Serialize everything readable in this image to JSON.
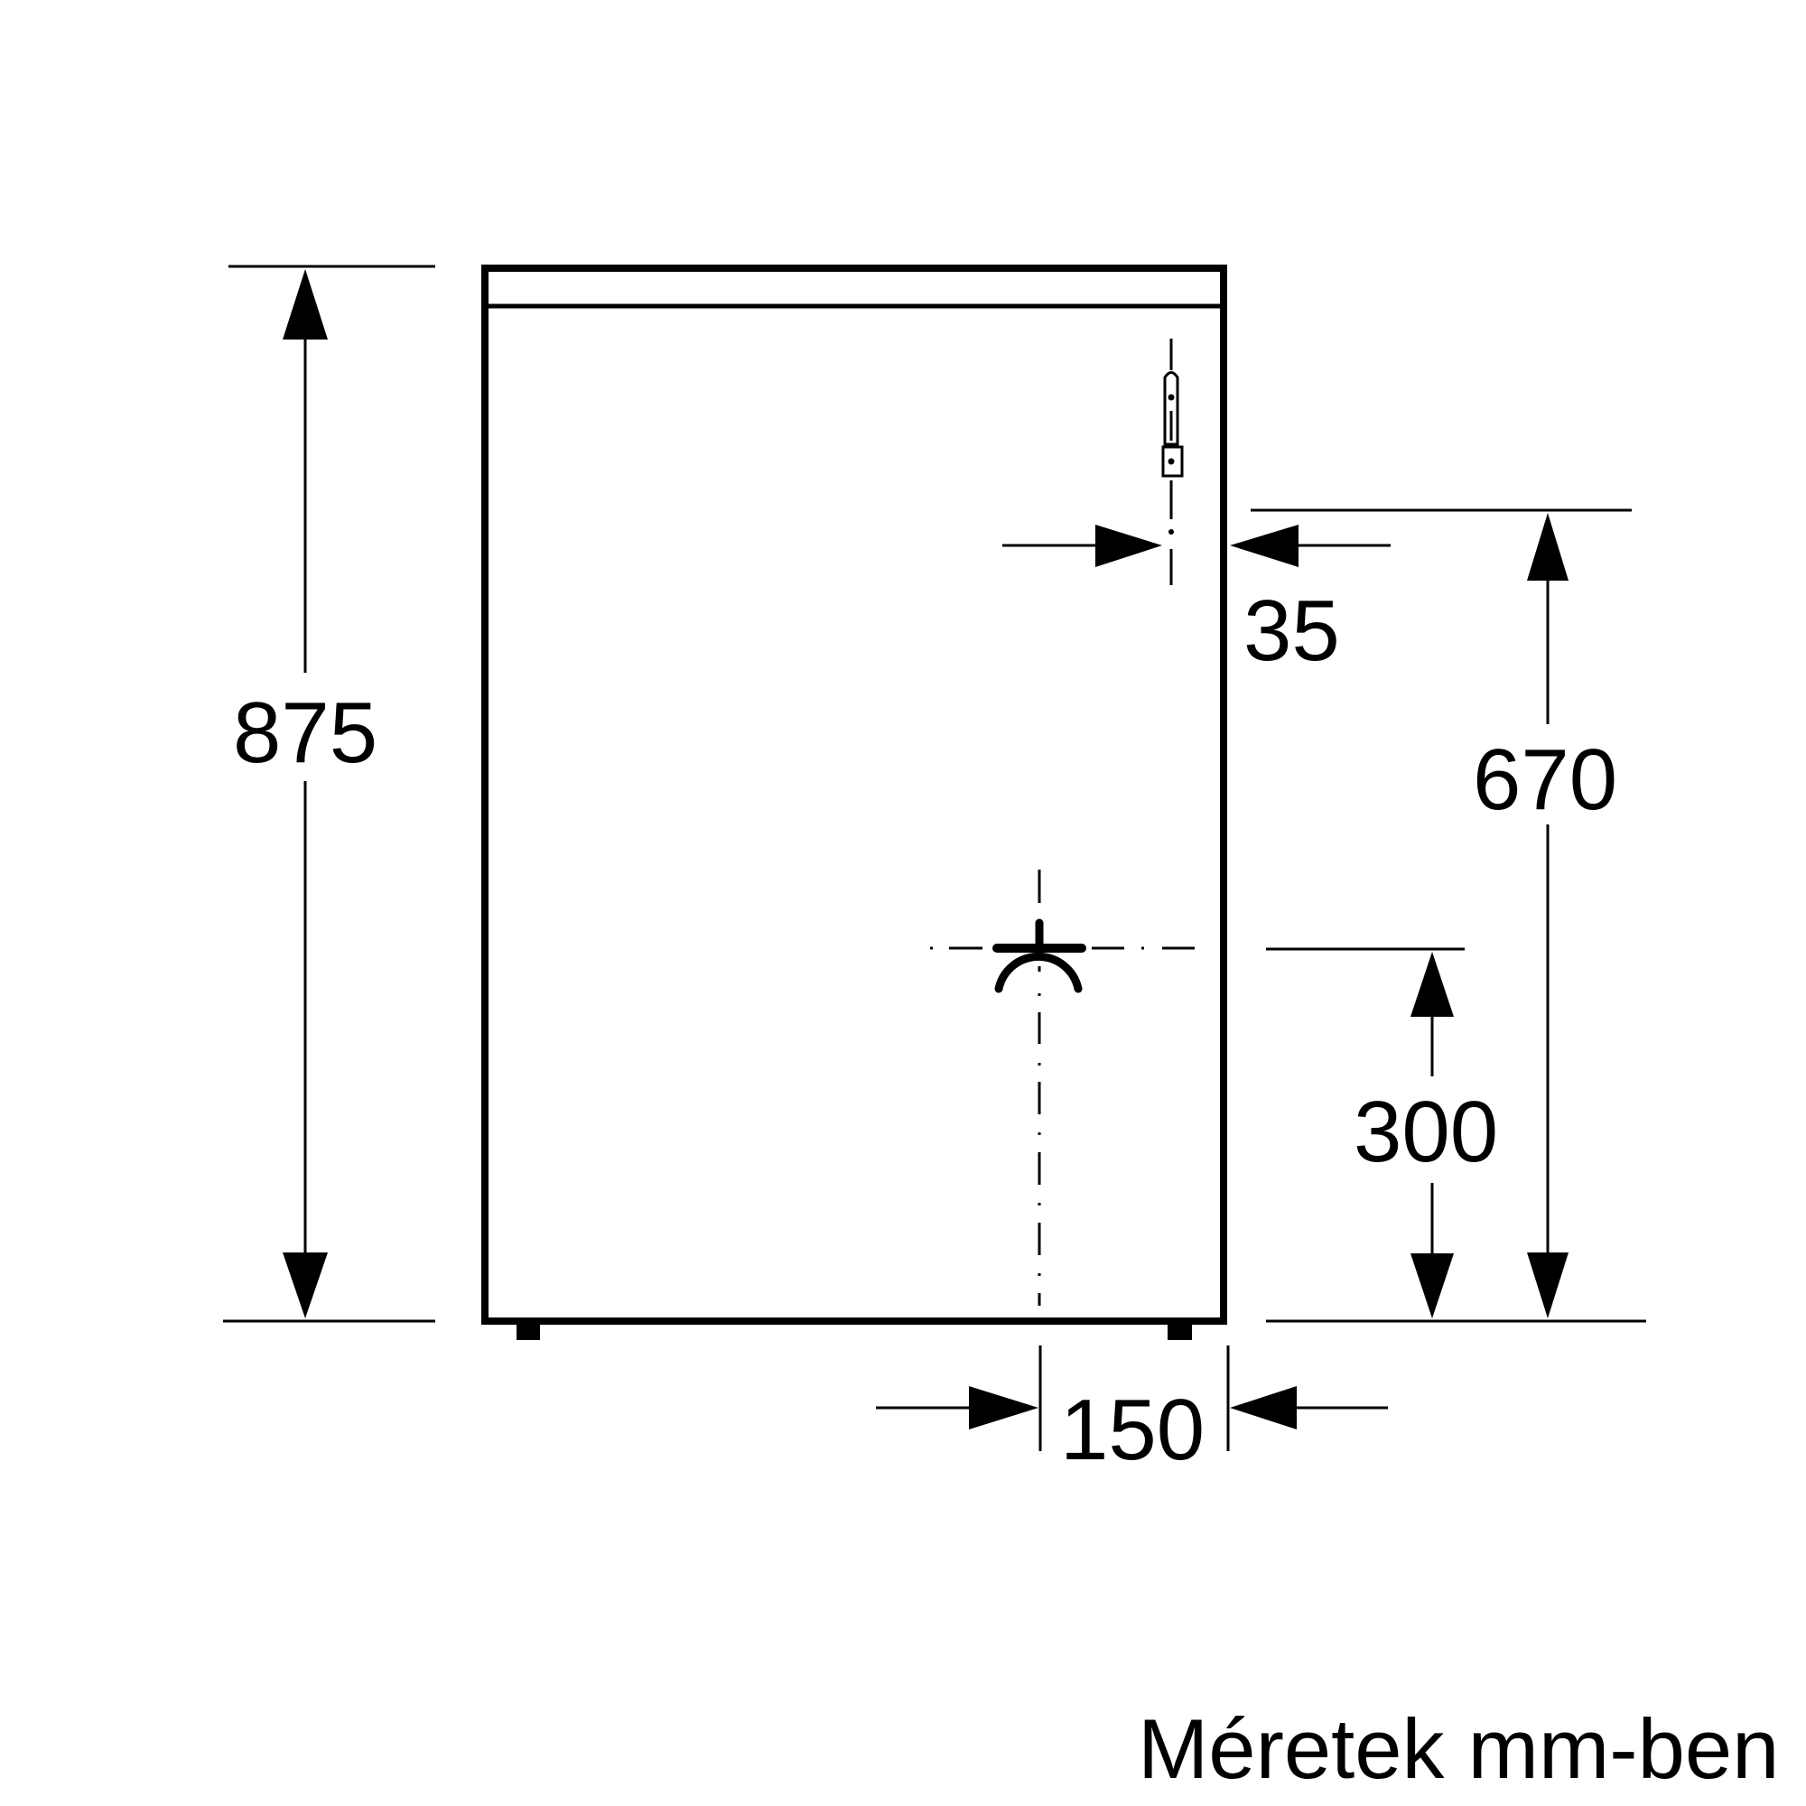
{
  "diagram": {
    "subject": "appliance side elevation with connection positions",
    "caption": "Méretek mm-ben",
    "colors": {
      "line": "#000000",
      "background": "#ffffff"
    },
    "dimensions": {
      "total_height": {
        "value": "875",
        "orientation": "vertical"
      },
      "probe_offset_from_side": {
        "value": "35",
        "orientation": "horizontal"
      },
      "probe_height": {
        "value": "670",
        "orientation": "vertical"
      },
      "tap_height": {
        "value": "300",
        "orientation": "vertical"
      },
      "tap_offset_from_side": {
        "value": "150",
        "orientation": "horizontal"
      }
    },
    "symbols": {
      "probe": "sensor-probe-icon",
      "tap": "water-tap-connection-icon"
    }
  }
}
